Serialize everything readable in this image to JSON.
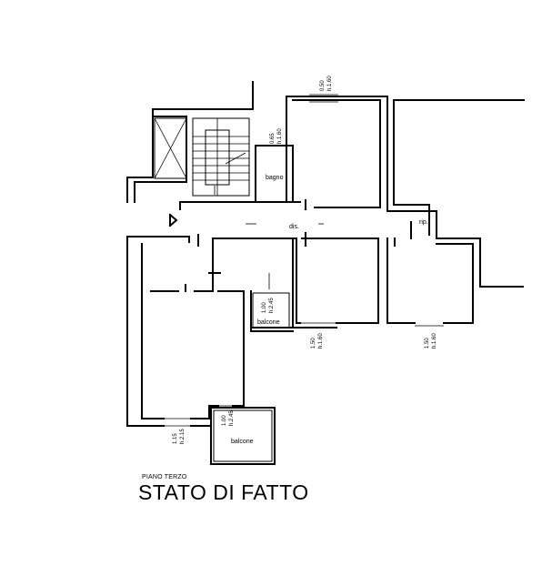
{
  "drawing": {
    "floor_label": "PIANO TERZO",
    "title": "STATO DI FATTO"
  },
  "rooms": {
    "bagno": "bagno",
    "dis": "dis.",
    "rip": "rip.",
    "balcone_small": "balcone",
    "balcone_large": "balcone"
  },
  "windows": {
    "top_room": {
      "width": "0.50",
      "height": "h.1.60"
    },
    "bagno": {
      "width": "0.65",
      "height": "h.1.60"
    },
    "balcone_door_mid": {
      "width": "1.00",
      "height": "h.2.45"
    },
    "room_center_bottom": {
      "width": "1.50",
      "height": "h.1.60"
    },
    "room_right_bottom": {
      "width": "1.50",
      "height": "h.1.60"
    },
    "living_bottom": {
      "width": "1.15",
      "height": "h.2.15"
    },
    "balcone_door_lower": {
      "width": "1.00",
      "height": "h.2.45"
    }
  }
}
